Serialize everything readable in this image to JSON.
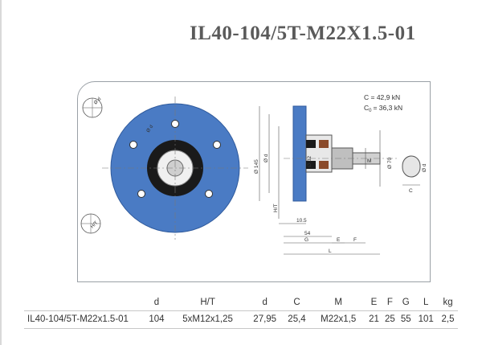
{
  "title": "IL40-104/5T-M22X1.5-01",
  "drawing": {
    "load_c": "C = 42,9 kN",
    "load_c0_prefix": "C",
    "load_c0_sub": "0",
    "load_c0_suffix": "= 36,3 kN",
    "dims": {
      "d_top": "Ø d",
      "h_top": "H/T",
      "d_pcd": "Ø d",
      "d145": "Ø 145",
      "d_shaft": "Ø 32",
      "d_flange": "Ø 70",
      "d_left": "Ø d",
      "m": "M",
      "ht": "H/T",
      "c_side": "C",
      "d_side": "Ø d",
      "v105": "10.5",
      "v54": "54",
      "g": "G",
      "e": "E",
      "f": "F",
      "l": "L"
    }
  },
  "table": {
    "headers": [
      "",
      "d",
      "H/T",
      "d",
      "C",
      "M",
      "E",
      "F",
      "G",
      "L",
      "kg"
    ],
    "rows": [
      [
        "IL40-104/5T-M22x1.5-01",
        "104",
        "5xM12x1,25",
        "27,95",
        "25,4",
        "M22x1,5",
        "21",
        "25",
        "55",
        "101",
        "2,5"
      ]
    ]
  },
  "colors": {
    "flange_blue": "#4a7bc4",
    "hub_black": "#1a1a1a",
    "line_gray": "#555555"
  }
}
